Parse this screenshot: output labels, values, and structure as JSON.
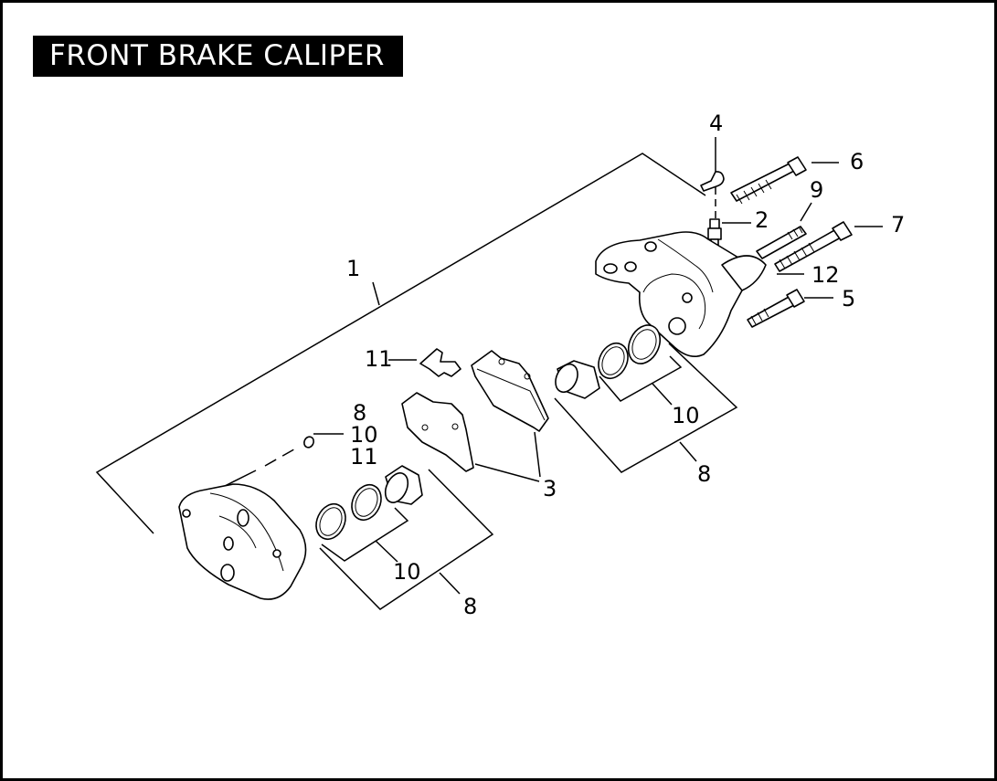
{
  "title": "FRONT BRAKE CALIPER",
  "callouts": [
    {
      "id": "c1",
      "label": "1"
    },
    {
      "id": "c2",
      "label": "2"
    },
    {
      "id": "c3",
      "label": "3"
    },
    {
      "id": "c4",
      "label": "4"
    },
    {
      "id": "c5",
      "label": "5"
    },
    {
      "id": "c6",
      "label": "6"
    },
    {
      "id": "c7",
      "label": "7"
    },
    {
      "id": "c8a",
      "label": "8"
    },
    {
      "id": "c8b",
      "label": "8"
    },
    {
      "id": "c8c",
      "label": "8"
    },
    {
      "id": "c9",
      "label": "9"
    },
    {
      "id": "c10a",
      "label": "10"
    },
    {
      "id": "c10b",
      "label": "10"
    },
    {
      "id": "c10c",
      "label": "10"
    },
    {
      "id": "c11a",
      "label": "11"
    },
    {
      "id": "c11b",
      "label": "11"
    },
    {
      "id": "c12",
      "label": "12"
    }
  ]
}
